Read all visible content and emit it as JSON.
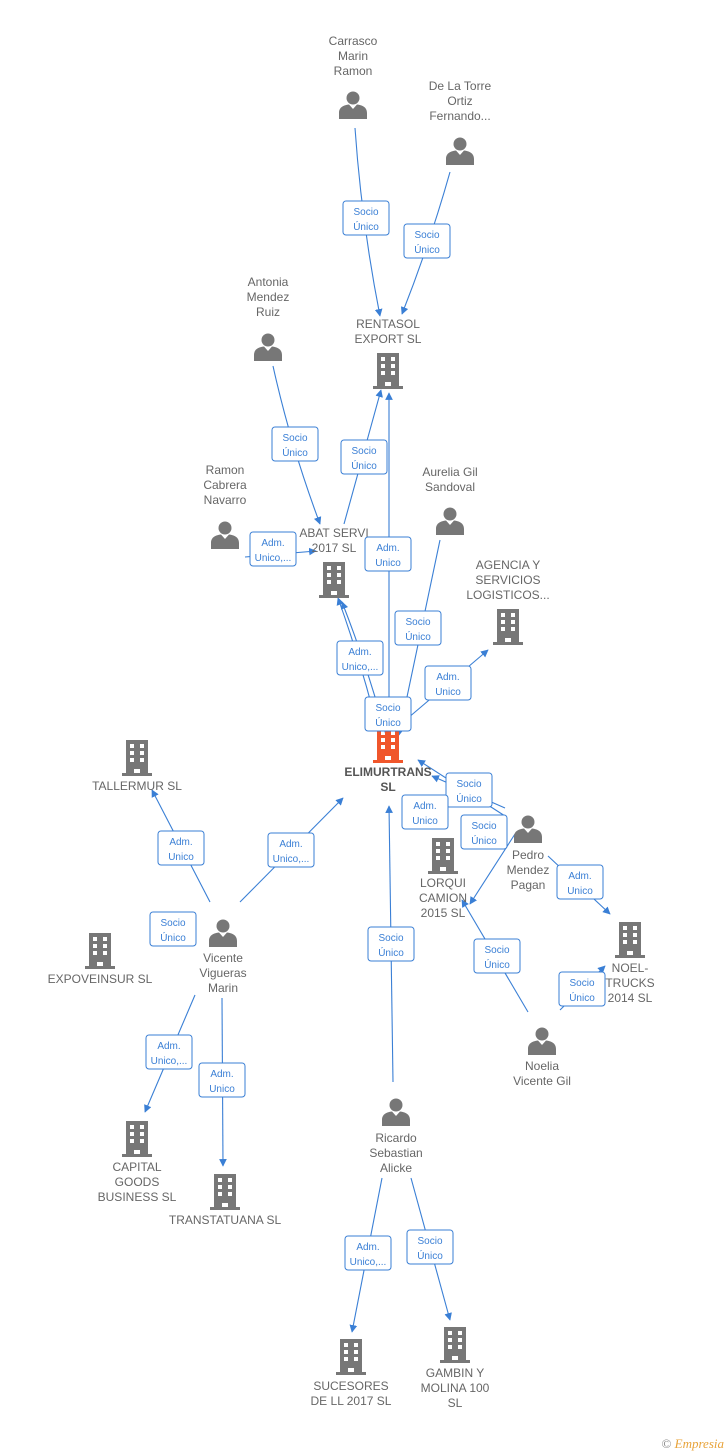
{
  "colors": {
    "edge": "#3a7fd5",
    "node": "#777777",
    "focus": "#f0562b"
  },
  "nodes": [
    {
      "id": "carrasco",
      "type": "person",
      "label": [
        "Carrasco",
        "Marin",
        "Ramon"
      ]
    },
    {
      "id": "delatorre",
      "type": "person",
      "label": [
        "De La Torre",
        "Ortiz",
        "Fernando..."
      ]
    },
    {
      "id": "rentasol",
      "type": "company",
      "label": [
        "RENTASOL",
        "EXPORT  SL"
      ]
    },
    {
      "id": "antonia",
      "type": "person",
      "label": [
        "Antonia",
        "Mendez",
        "Ruiz"
      ]
    },
    {
      "id": "ramon",
      "type": "person",
      "label": [
        "Ramon",
        "Cabrera",
        "Navarro"
      ]
    },
    {
      "id": "abat",
      "type": "company",
      "label": [
        "ABAT SERVI",
        "2017  SL"
      ]
    },
    {
      "id": "aurelia",
      "type": "person",
      "label": [
        "Aurelia Gil",
        "Sandoval"
      ]
    },
    {
      "id": "agencia",
      "type": "company",
      "label": [
        "AGENCIA Y",
        "SERVICIOS",
        "LOGISTICOS..."
      ]
    },
    {
      "id": "elimurtrans",
      "type": "company",
      "focus": true,
      "label": [
        "ELIMURTRANS",
        "SL"
      ]
    },
    {
      "id": "tallermur",
      "type": "company",
      "label": [
        "TALLERMUR SL"
      ]
    },
    {
      "id": "pedro",
      "type": "person",
      "label": [
        "Pedro",
        "Mendez",
        "Pagan"
      ]
    },
    {
      "id": "lorqui",
      "type": "company",
      "label": [
        "LORQUI",
        "CAMION",
        "2015  SL"
      ]
    },
    {
      "id": "expoveinsur",
      "type": "company",
      "label": [
        "EXPOVEINSUR SL"
      ]
    },
    {
      "id": "vicente",
      "type": "person",
      "label": [
        "Vicente",
        "Vigueras",
        "Marin"
      ]
    },
    {
      "id": "noeltrucks",
      "type": "company",
      "label": [
        "NOEL-",
        "TRUCKS",
        "2014  SL"
      ]
    },
    {
      "id": "noelia",
      "type": "person",
      "label": [
        "Noelia",
        "Vicente Gil"
      ]
    },
    {
      "id": "capital",
      "type": "company",
      "label": [
        "CAPITAL",
        "GOODS",
        "BUSINESS  SL"
      ]
    },
    {
      "id": "transtatuana",
      "type": "company",
      "label": [
        "TRANSTATUANA SL"
      ]
    },
    {
      "id": "ricardo",
      "type": "person",
      "label": [
        "Ricardo",
        "Sebastian",
        "Alicke"
      ]
    },
    {
      "id": "sucesores",
      "type": "company",
      "label": [
        "SUCESORES",
        "DE LL 2017  SL"
      ]
    },
    {
      "id": "gambin",
      "type": "company",
      "label": [
        "GAMBIN Y",
        "MOLINA 100",
        "SL"
      ]
    }
  ],
  "edges": [
    {
      "from": "carrasco",
      "to": "rentasol",
      "label": [
        "Socio",
        "Único"
      ]
    },
    {
      "from": "delatorre",
      "to": "rentasol",
      "label": [
        "Socio",
        "Único"
      ]
    },
    {
      "from": "antonia",
      "to": "abat",
      "label": [
        "Socio",
        "Único"
      ]
    },
    {
      "from": "ramon",
      "to": "abat",
      "label": [
        "Adm.",
        "Unico,..."
      ]
    },
    {
      "from": "abat",
      "to": "rentasol",
      "label": [
        "Socio",
        "Único"
      ]
    },
    {
      "from": "elimurtrans",
      "to": "rentasol",
      "label": [
        "Adm.",
        "Unico"
      ]
    },
    {
      "from": "elimurtrans",
      "to": "abat",
      "label": [
        "Adm.",
        "Unico,..."
      ]
    },
    {
      "from": "aurelia",
      "to": "elimurtrans",
      "label": [
        "Socio",
        "Único"
      ]
    },
    {
      "from": "elimurtrans",
      "to": "agencia",
      "label": [
        "Adm.",
        "Unico"
      ]
    },
    {
      "from": "elimurtrans",
      "to": "abat",
      "label": [
        "Socio",
        "Único"
      ]
    },
    {
      "from": "pedro",
      "to": "elimurtrans",
      "label": [
        "Socio",
        "Único"
      ]
    },
    {
      "from": "pedro",
      "to": "elimurtrans",
      "label": [
        "Adm.",
        "Unico"
      ]
    },
    {
      "from": "pedro",
      "to": "lorqui",
      "label": [
        "Socio",
        "Único"
      ]
    },
    {
      "from": "pedro",
      "to": "noeltrucks",
      "label": [
        "Adm.",
        "Unico"
      ]
    },
    {
      "from": "vicente",
      "to": "tallermur",
      "label": [
        "Adm.",
        "Unico"
      ]
    },
    {
      "from": "vicente",
      "to": "elimurtrans",
      "label": [
        "Adm.",
        "Unico,..."
      ]
    },
    {
      "from": "vicente",
      "to": "expoveinsur",
      "label": [
        "Socio",
        "Único"
      ]
    },
    {
      "from": "vicente",
      "to": "capital",
      "label": [
        "Adm.",
        "Unico,..."
      ]
    },
    {
      "from": "vicente",
      "to": "transtatuana",
      "label": [
        "Adm.",
        "Unico"
      ]
    },
    {
      "from": "noelia",
      "to": "lorqui",
      "label": [
        "Socio",
        "Único"
      ]
    },
    {
      "from": "noelia",
      "to": "noeltrucks",
      "label": [
        "Socio",
        "Único"
      ]
    },
    {
      "from": "ricardo",
      "to": "elimurtrans",
      "label": [
        "Socio",
        "Único"
      ]
    },
    {
      "from": "ricardo",
      "to": "sucesores",
      "label": [
        "Adm.",
        "Unico,..."
      ]
    },
    {
      "from": "ricardo",
      "to": "gambin",
      "label": [
        "Socio",
        "Único"
      ]
    }
  ],
  "footer": {
    "copyright": "©",
    "brand": "Empresia"
  }
}
